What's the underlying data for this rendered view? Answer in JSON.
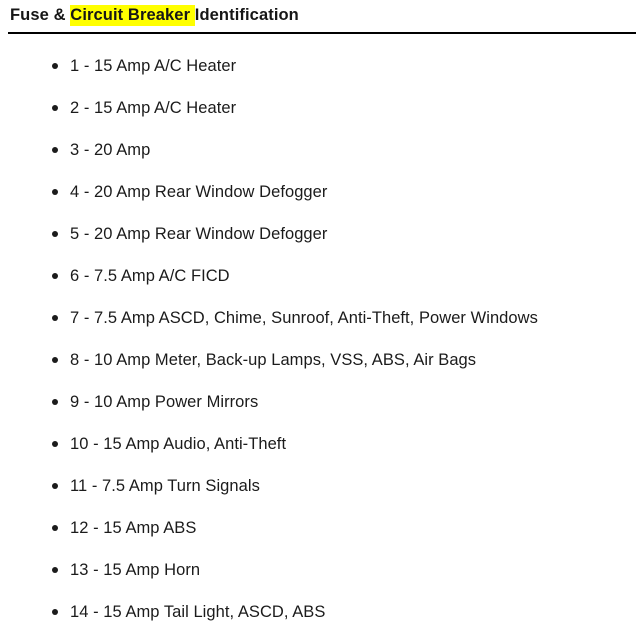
{
  "header": {
    "title_segments": [
      {
        "text": "Fuse & ",
        "highlight": false
      },
      {
        "text": "Circuit Breaker ",
        "highlight": true
      },
      {
        "text": "Identification",
        "highlight": false
      }
    ],
    "title_plain": "Fuse & Circuit Breaker Identification",
    "highlight_color": "#ffff00",
    "rule_color": "#000000"
  },
  "list": {
    "items": [
      {
        "label": "1 - 15 Amp A/C Heater"
      },
      {
        "label": "2 - 15 Amp A/C Heater"
      },
      {
        "label": "3 - 20 Amp"
      },
      {
        "label": "4 - 20 Amp Rear Window Defogger"
      },
      {
        "label": "5 - 20 Amp Rear Window Defogger"
      },
      {
        "label": "6 - 7.5 Amp A/C FICD"
      },
      {
        "label": "7 - 7.5 Amp ASCD, Chime, Sunroof, Anti-Theft, Power Windows"
      },
      {
        "label": "8 - 10 Amp Meter, Back-up Lamps, VSS, ABS, Air Bags"
      },
      {
        "label": "9 - 10 Amp Power Mirrors"
      },
      {
        "label": "10 - 15 Amp Audio, Anti-Theft"
      },
      {
        "label": "11 - 7.5 Amp Turn Signals"
      },
      {
        "label": "12 - 15 Amp ABS"
      },
      {
        "label": "13 - 15 Amp Horn"
      },
      {
        "label": "14 - 15 Amp Tail Light, ASCD, ABS"
      }
    ]
  },
  "colors": {
    "background": "#ffffff",
    "text": "#1b1b1b",
    "highlight": "#ffff00"
  }
}
